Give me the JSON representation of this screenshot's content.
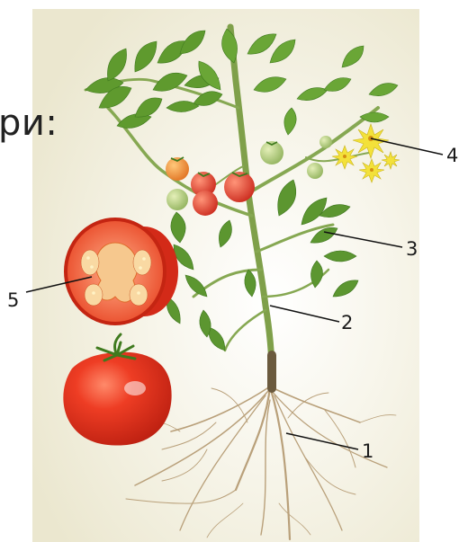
{
  "caption": "ри:",
  "labels": {
    "roots": "1",
    "stem": "2",
    "leaf": "3",
    "flower": "4",
    "fruit_section": "5"
  }
}
